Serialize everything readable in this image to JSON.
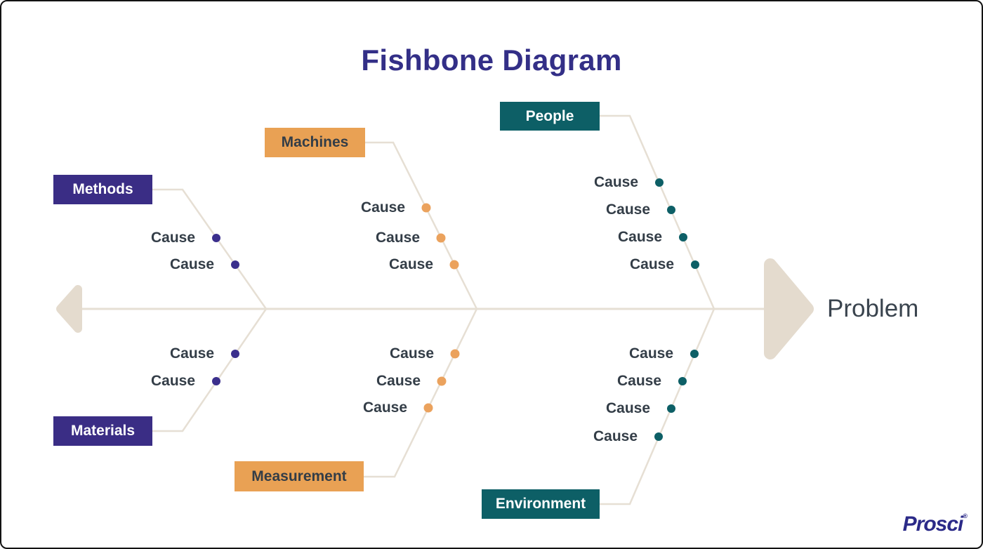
{
  "title": "Fishbone Diagram",
  "problem": {
    "label": "Problem"
  },
  "logo": {
    "text": "Prosci",
    "mark": "®"
  },
  "colors": {
    "purple": "#3a2d85",
    "orange": "#e9a154",
    "teal": "#0d5f66",
    "spine_line": "#e6dfd4",
    "arrow_fill": "#e4dbce",
    "cause_text": "#333d47",
    "title_text": "#332f87",
    "logo_text": "#2b2a88"
  },
  "branches": [
    {
      "label": "Methods",
      "side": "top",
      "color": "#3a2d85",
      "causes": [
        "Cause",
        "Cause"
      ]
    },
    {
      "label": "Machines",
      "side": "top",
      "color": "#e9a154",
      "causes": [
        "Cause",
        "Cause",
        "Cause"
      ]
    },
    {
      "label": "People",
      "side": "top",
      "color": "#0d5f66",
      "causes": [
        "Cause",
        "Cause",
        "Cause",
        "Cause"
      ]
    },
    {
      "label": "Materials",
      "side": "bottom",
      "color": "#3a2d85",
      "causes": [
        "Cause",
        "Cause"
      ]
    },
    {
      "label": "Measurement",
      "side": "bottom",
      "color": "#e9a154",
      "causes": [
        "Cause",
        "Cause",
        "Cause"
      ]
    },
    {
      "label": "Environment",
      "side": "bottom",
      "color": "#0d5f66",
      "causes": [
        "Cause",
        "Cause",
        "Cause",
        "Cause"
      ]
    }
  ]
}
